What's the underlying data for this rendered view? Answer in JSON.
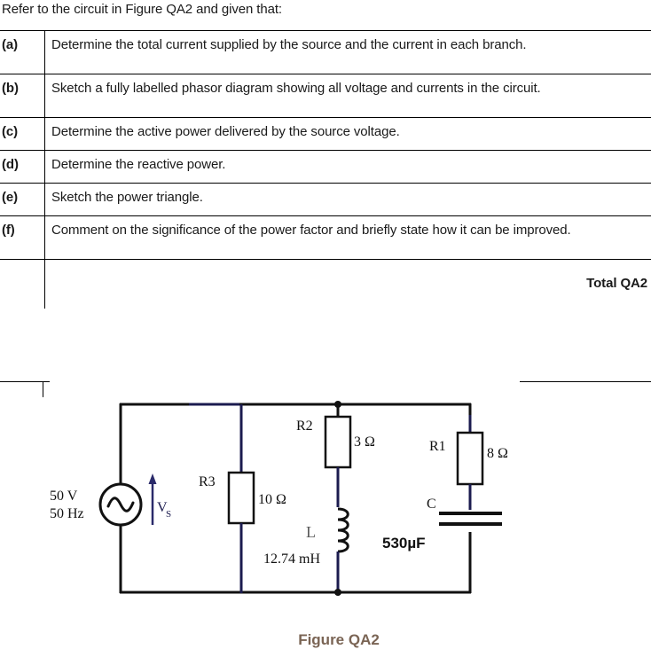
{
  "intro": {
    "text": "Refer to the circuit in Figure QA2 and given that:"
  },
  "question_table": {
    "rows": [
      {
        "label": "(a)",
        "text": "Determine the total current supplied by the source and the current in each branch."
      },
      {
        "label": "(b)",
        "text": "Sketch a fully labelled phasor diagram showing all voltage and currents in the circuit."
      },
      {
        "label": "(c)",
        "text": "Determine the active power delivered by the source voltage."
      },
      {
        "label": "(d)",
        "text": " Determine the reactive power."
      },
      {
        "label": "(e)",
        "text": "Sketch the power triangle."
      },
      {
        "label": "(f)",
        "text": "Comment on the significance of the power factor and briefly state how it can be improved."
      }
    ],
    "total_row": {
      "label": "",
      "text": "Total QA2"
    }
  },
  "figure": {
    "caption": "Figure QA2",
    "caption_color": "#7a6454",
    "wire_color": "#1b1b4f",
    "wire_color_dark": "#111111",
    "source": {
      "voltage": "50 V",
      "frequency": "50 Hz",
      "label": "V",
      "label_sub": "S",
      "symbol": "ac-source"
    },
    "components": [
      {
        "ref": "R3",
        "value": "10 Ω",
        "type": "resistor"
      },
      {
        "ref": "R2",
        "value": "3 Ω",
        "type": "resistor"
      },
      {
        "ref": "L",
        "value": "12.74 mH",
        "type": "inductor"
      },
      {
        "ref": "R1",
        "value": "8 Ω",
        "type": "resistor"
      },
      {
        "ref": "C",
        "value": "530µF",
        "type": "capacitor"
      }
    ]
  }
}
